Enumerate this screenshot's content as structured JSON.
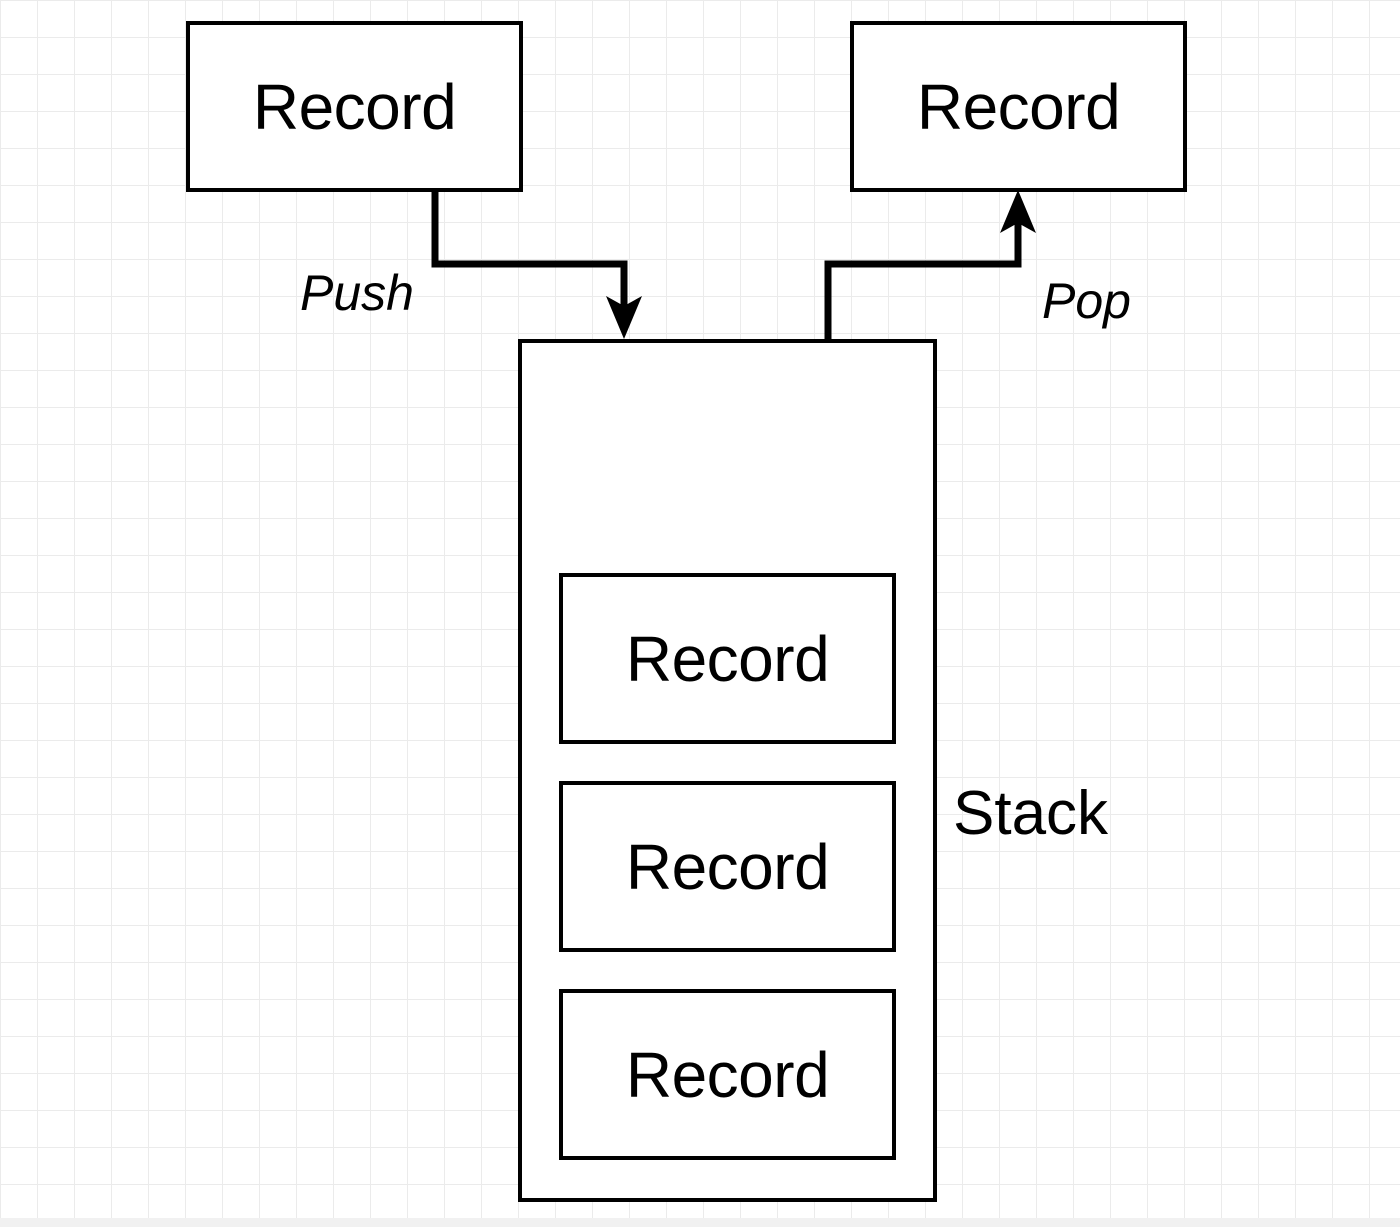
{
  "diagram": {
    "incoming_record": {
      "label": "Record"
    },
    "outgoing_record": {
      "label": "Record"
    },
    "stack": {
      "label": "Stack",
      "records": [
        {
          "label": "Record"
        },
        {
          "label": "Record"
        },
        {
          "label": "Record"
        }
      ]
    },
    "edges": {
      "push": {
        "label": "Push"
      },
      "pop": {
        "label": "Pop"
      }
    }
  },
  "colors": {
    "stroke": "#000000",
    "grid": "#ebebeb",
    "background": "#ffffff"
  }
}
